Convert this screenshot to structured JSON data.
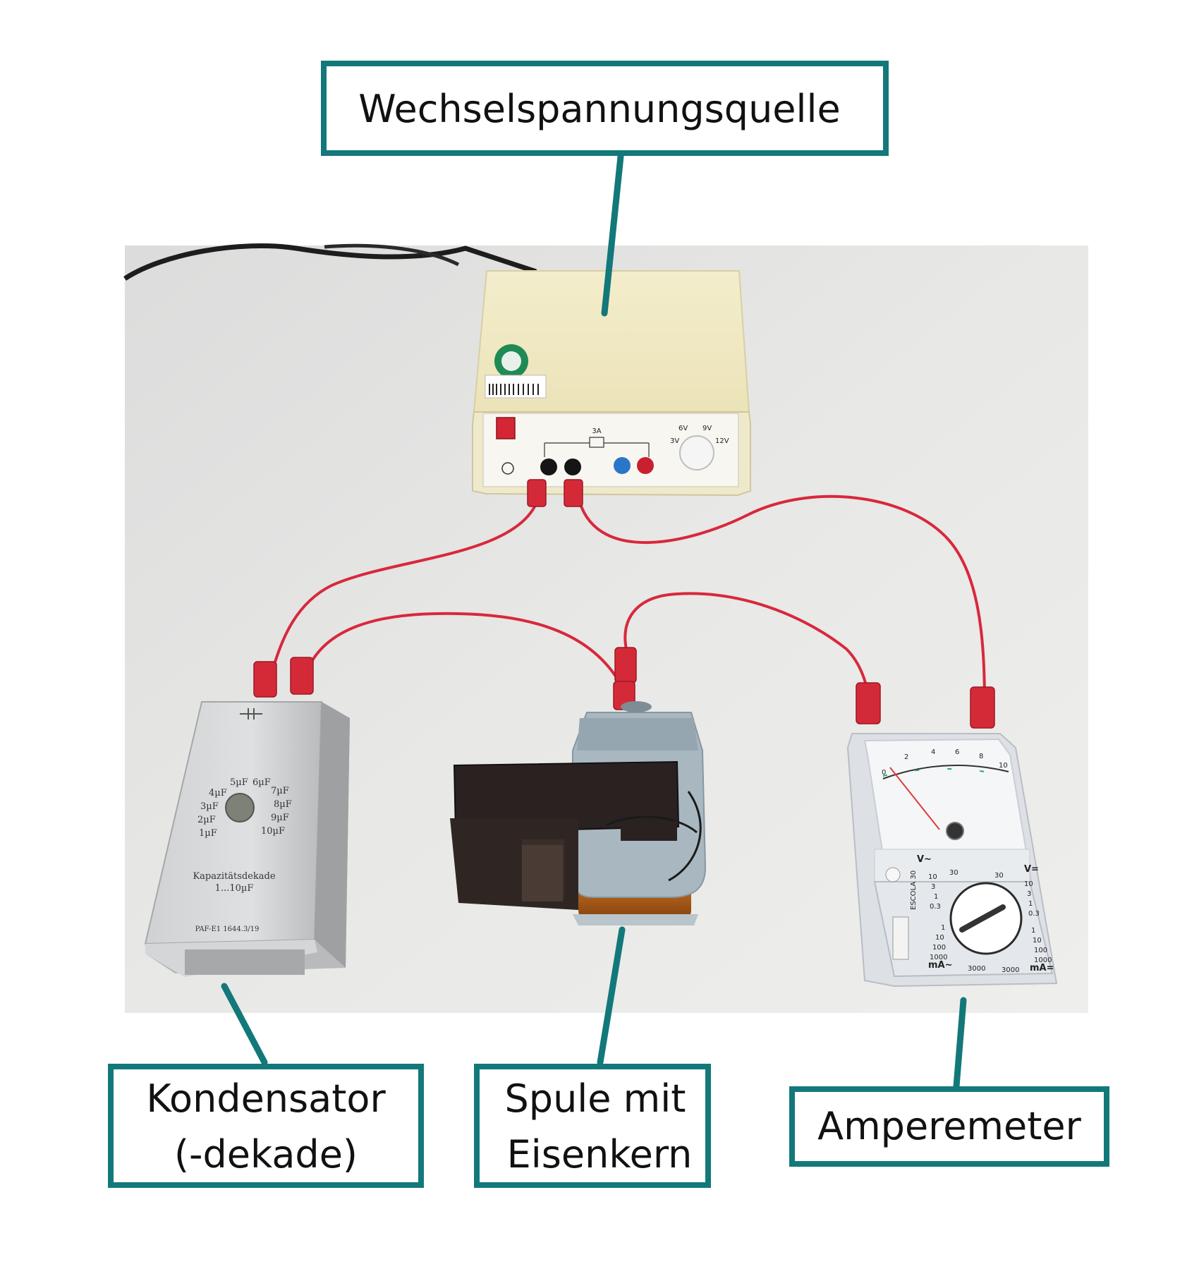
{
  "colors": {
    "frame": "#13787a",
    "wire": "#d8283c",
    "background_photo": "#e4e4e2"
  },
  "labels": {
    "ac_source": [
      "Wechselspannungsquelle"
    ],
    "capacitor": [
      "Kondensator",
      "(-dekade)"
    ],
    "coil": [
      "Spule mit",
      "Eisenkern"
    ],
    "ammeter": [
      "Amperemeter"
    ]
  },
  "capacitor_device": {
    "steps": [
      "1µF",
      "2µF",
      "3µF",
      "4µF",
      "5µF",
      "6µF",
      "7µF",
      "8µF",
      "9µF",
      "10µF"
    ],
    "name": "Kapazitätsdekade",
    "range": "1...10µF",
    "model": "PAF-E1  1644.3/19"
  },
  "power_supply": {
    "rating": "3A",
    "settings": [
      "3V",
      "6V",
      "9V",
      "12V"
    ]
  },
  "ammeter_device": {
    "brand": "ESCOLA 30",
    "ac_volt_ranges": [
      "10",
      "3",
      "1",
      "0.3"
    ],
    "dc_volt_ranges": [
      "10",
      "3",
      "1",
      "0.3"
    ],
    "ac_ma_ranges": [
      "1",
      "10",
      "100",
      "1000"
    ],
    "dc_ma_ranges": [
      "1",
      "10",
      "100",
      "1000"
    ],
    "upper": [
      "30",
      "30"
    ],
    "bottom": [
      "3000",
      "3000"
    ],
    "units": [
      "V~",
      "V=",
      "mA~",
      "mA="
    ],
    "scale": [
      "0",
      "2",
      "4",
      "6",
      "8",
      "10"
    ]
  }
}
